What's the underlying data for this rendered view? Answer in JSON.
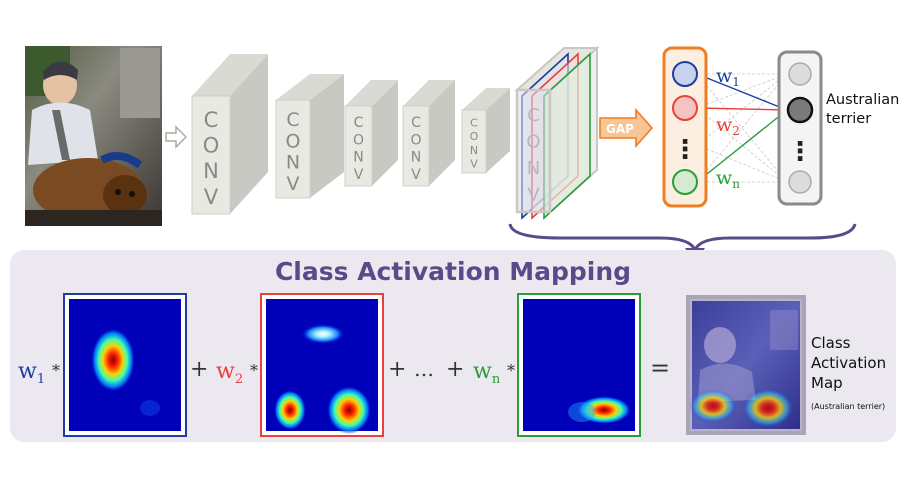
{
  "network": {
    "conv_label": [
      "C",
      "O",
      "N",
      "V"
    ],
    "gap_label": "GAP",
    "weights": {
      "w1_base": "w",
      "w1_sub": "1",
      "w2_base": "w",
      "w2_sub": "2",
      "wn_base": "w",
      "wn_sub": "n"
    },
    "output_label_line1": "Australian",
    "output_label_line2": "terrier",
    "ellipsis_vertical": "⋮"
  },
  "cam": {
    "title": "Class Activation Mapping",
    "equation": {
      "w1_base": "w",
      "w1_sub": "1",
      "w2_base": "w",
      "w2_sub": "2",
      "wn_base": "w",
      "wn_sub": "n",
      "times": "*",
      "plus": "+",
      "ellipsis": "…",
      "equals": "="
    },
    "result_label": [
      "Class",
      "Activation",
      "Map"
    ],
    "result_sublabel": "(Australian terrier)"
  },
  "colors": {
    "blue": "#1f3da0",
    "red": "#e8413c",
    "green": "#2a9d3a",
    "orange": "#ef7d22",
    "purple": "#5b4a8a",
    "panel": "#ebe8f0",
    "conv_front": "#e9e9e4",
    "conv_side": "#c9c9c3",
    "conv_top": "#dadad4"
  }
}
